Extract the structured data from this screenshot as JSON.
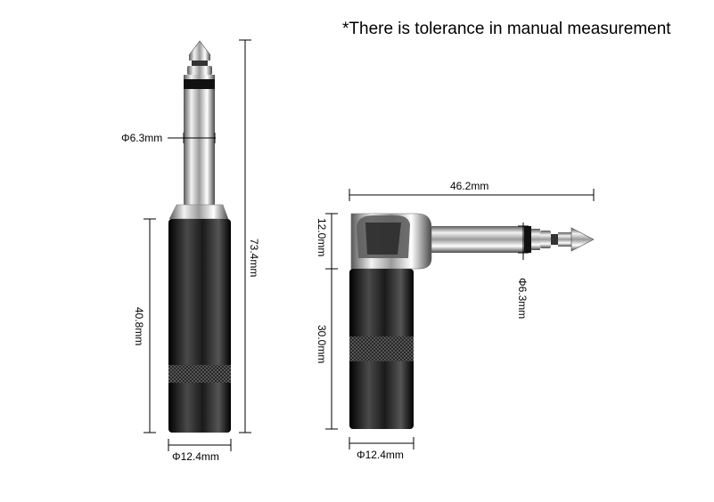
{
  "note": "*There is tolerance in manual measurement",
  "straight_plug": {
    "tip_diameter": "Φ6.3mm",
    "total_length": "73.4mm",
    "body_length": "40.8mm",
    "body_diameter": "Φ12.4mm"
  },
  "right_angle_plug": {
    "width": "46.2mm",
    "head_height": "12.0mm",
    "body_length": "30.0mm",
    "tip_diameter": "Φ6.3mm",
    "body_diameter": "Φ12.4mm"
  },
  "colors": {
    "body": "#1c1c1c",
    "metal": "#c8c8c8"
  }
}
